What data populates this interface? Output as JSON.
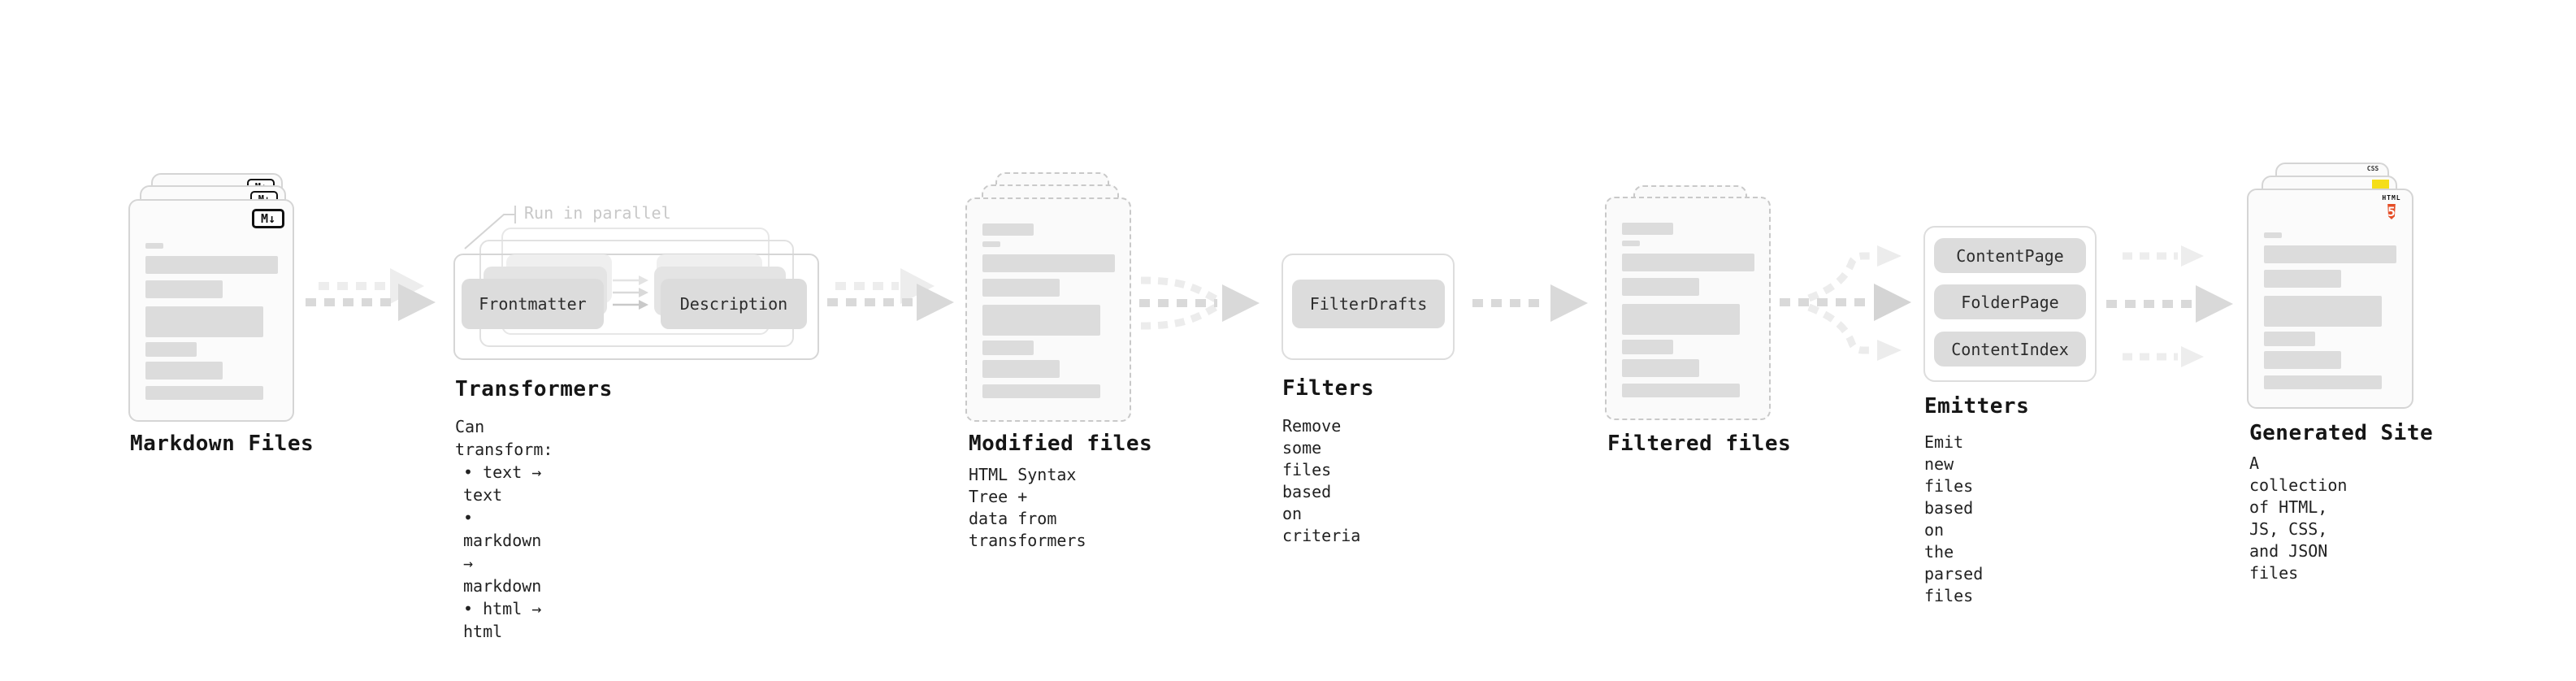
{
  "stages": {
    "markdown": {
      "title": "Markdown Files",
      "badge": "M↓"
    },
    "transformers": {
      "title": "Transformers",
      "note": "Run in parallel",
      "pill_left": "Frontmatter",
      "pill_right": "Description",
      "intro": "Can transform:",
      "bullets": [
        "• text → text",
        "• markdown → markdown",
        "• html → html"
      ]
    },
    "modified": {
      "title": "Modified files",
      "desc": "HTML Syntax Tree +\ndata from transformers"
    },
    "filters": {
      "title": "Filters",
      "pill": "FilterDrafts",
      "desc": "Remove some files based\non criteria"
    },
    "filtered": {
      "title": "Filtered files"
    },
    "emitters": {
      "title": "Emitters",
      "pills": [
        "ContentPage",
        "FolderPage",
        "ContentIndex"
      ],
      "desc": "Emit new files based on\nthe parsed files"
    },
    "generated": {
      "title": "Generated Site",
      "desc": "A collection of HTML,\nJS, CSS, and JSON files",
      "css_badge": "CSS",
      "html_badge_label": "HTML",
      "html_badge_number": "5"
    }
  },
  "colors": {
    "title": "#161616",
    "body": "#222222",
    "note_gray": "#c8c8c8",
    "arrow": "#d9d9d9",
    "arrow_ghost": "#ededed",
    "skeleton_bar": "#dcdcdc",
    "pill_bg": "#dcdcdc",
    "html_orange": "#e44d26",
    "js_yellow": "#f5de19",
    "css_blue": "#2d53e5"
  }
}
